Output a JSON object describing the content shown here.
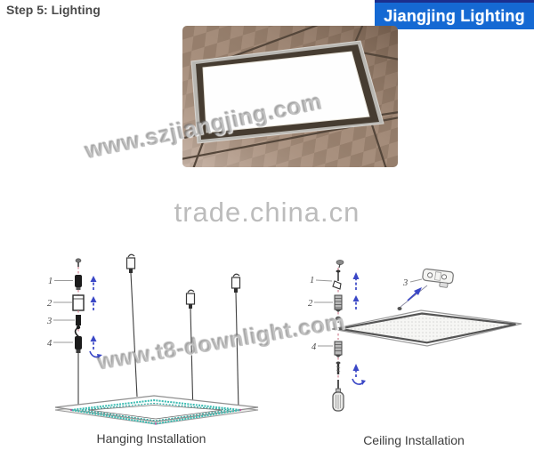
{
  "header": {
    "step_label": "Step 5: Lighting",
    "brand_label": "Jiangjing Lighting"
  },
  "watermarks": {
    "photo_diagonal": "www.szjiangjing.com",
    "center_logo": "trade.china.cn",
    "bottom_diagonal": "www.t8-downlight.com"
  },
  "diagrams": {
    "hanging": {
      "label": "Hanging Installation",
      "parts": [
        "1",
        "2",
        "3",
        "4"
      ]
    },
    "ceiling": {
      "label": "Ceiling Installation",
      "parts": [
        "1",
        "2",
        "3",
        "4"
      ]
    }
  },
  "colors": {
    "banner_bg": "#1569d3",
    "banner_top_edge": "#1b2f8e",
    "banner_text": "#ffffff",
    "arrow_blue": "#3a47c6",
    "assembly_line_red": "#cc7788",
    "panel_glow_teal": "#3bbcb2",
    "watermark_gray": "#969696",
    "trade_text_gray": "#bcbcbc",
    "caption_text": "#3d3d3d",
    "ceiling_tile_brown": "#a58d7b"
  }
}
